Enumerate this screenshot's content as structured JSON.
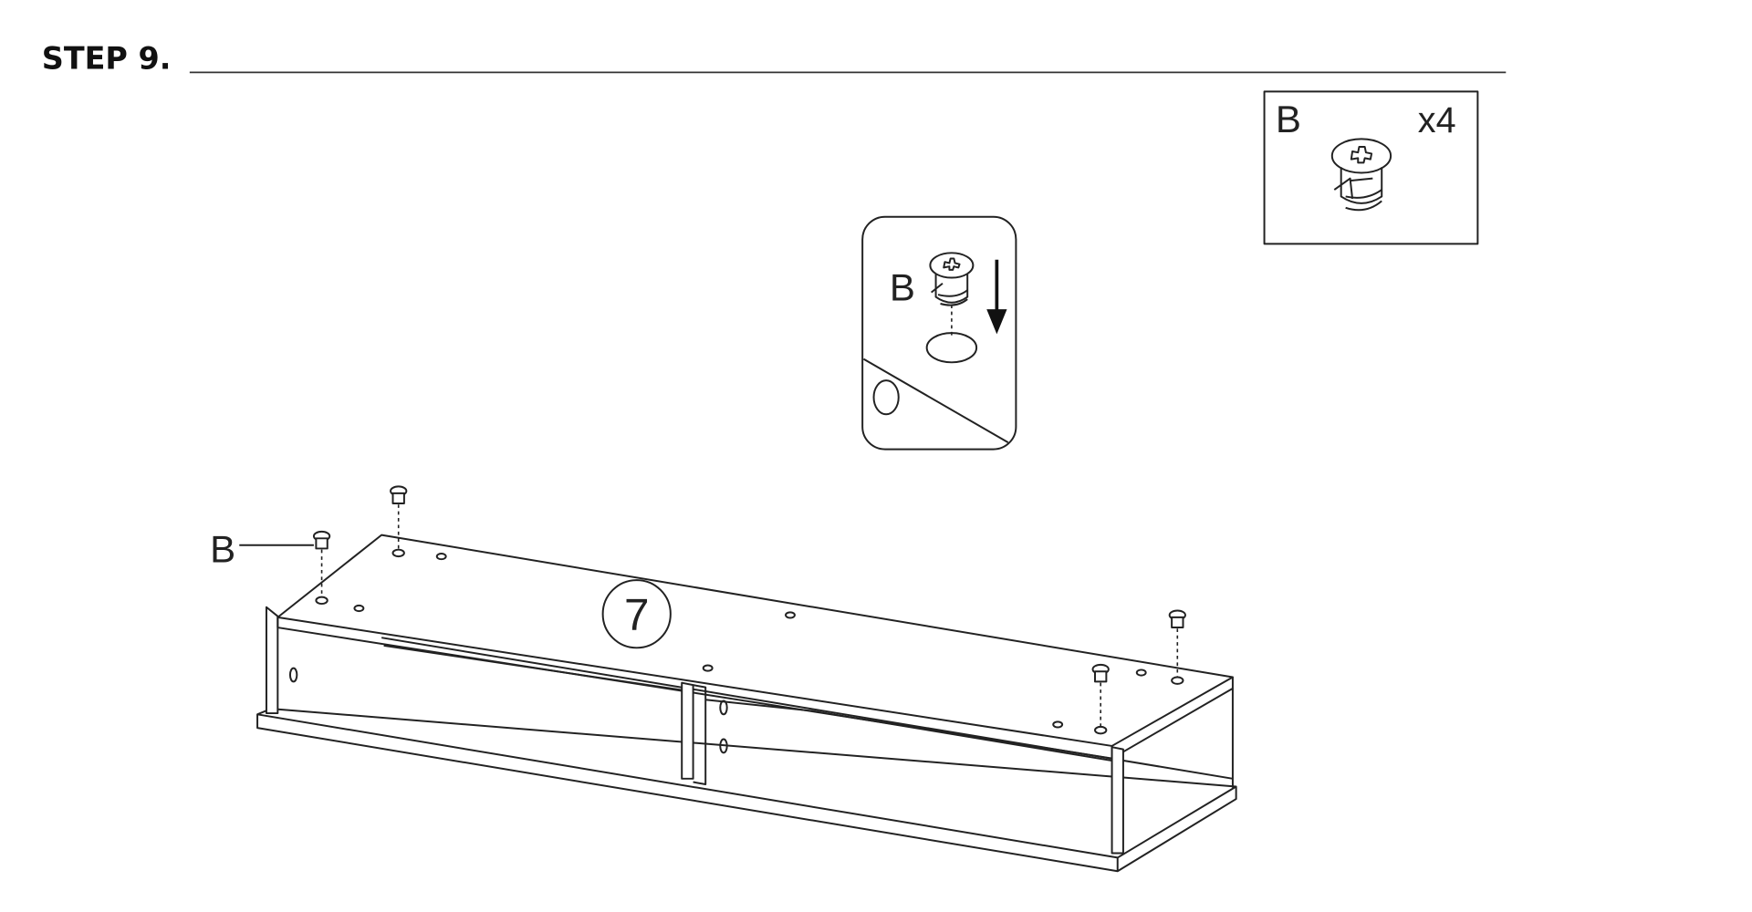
{
  "step": {
    "title": "STEP 9."
  },
  "parts_box": {
    "part_letter": "B",
    "quantity": "x4"
  },
  "detail_callout": {
    "part_letter": "B"
  },
  "assembly": {
    "panel_number": "7",
    "part_label": "B"
  }
}
